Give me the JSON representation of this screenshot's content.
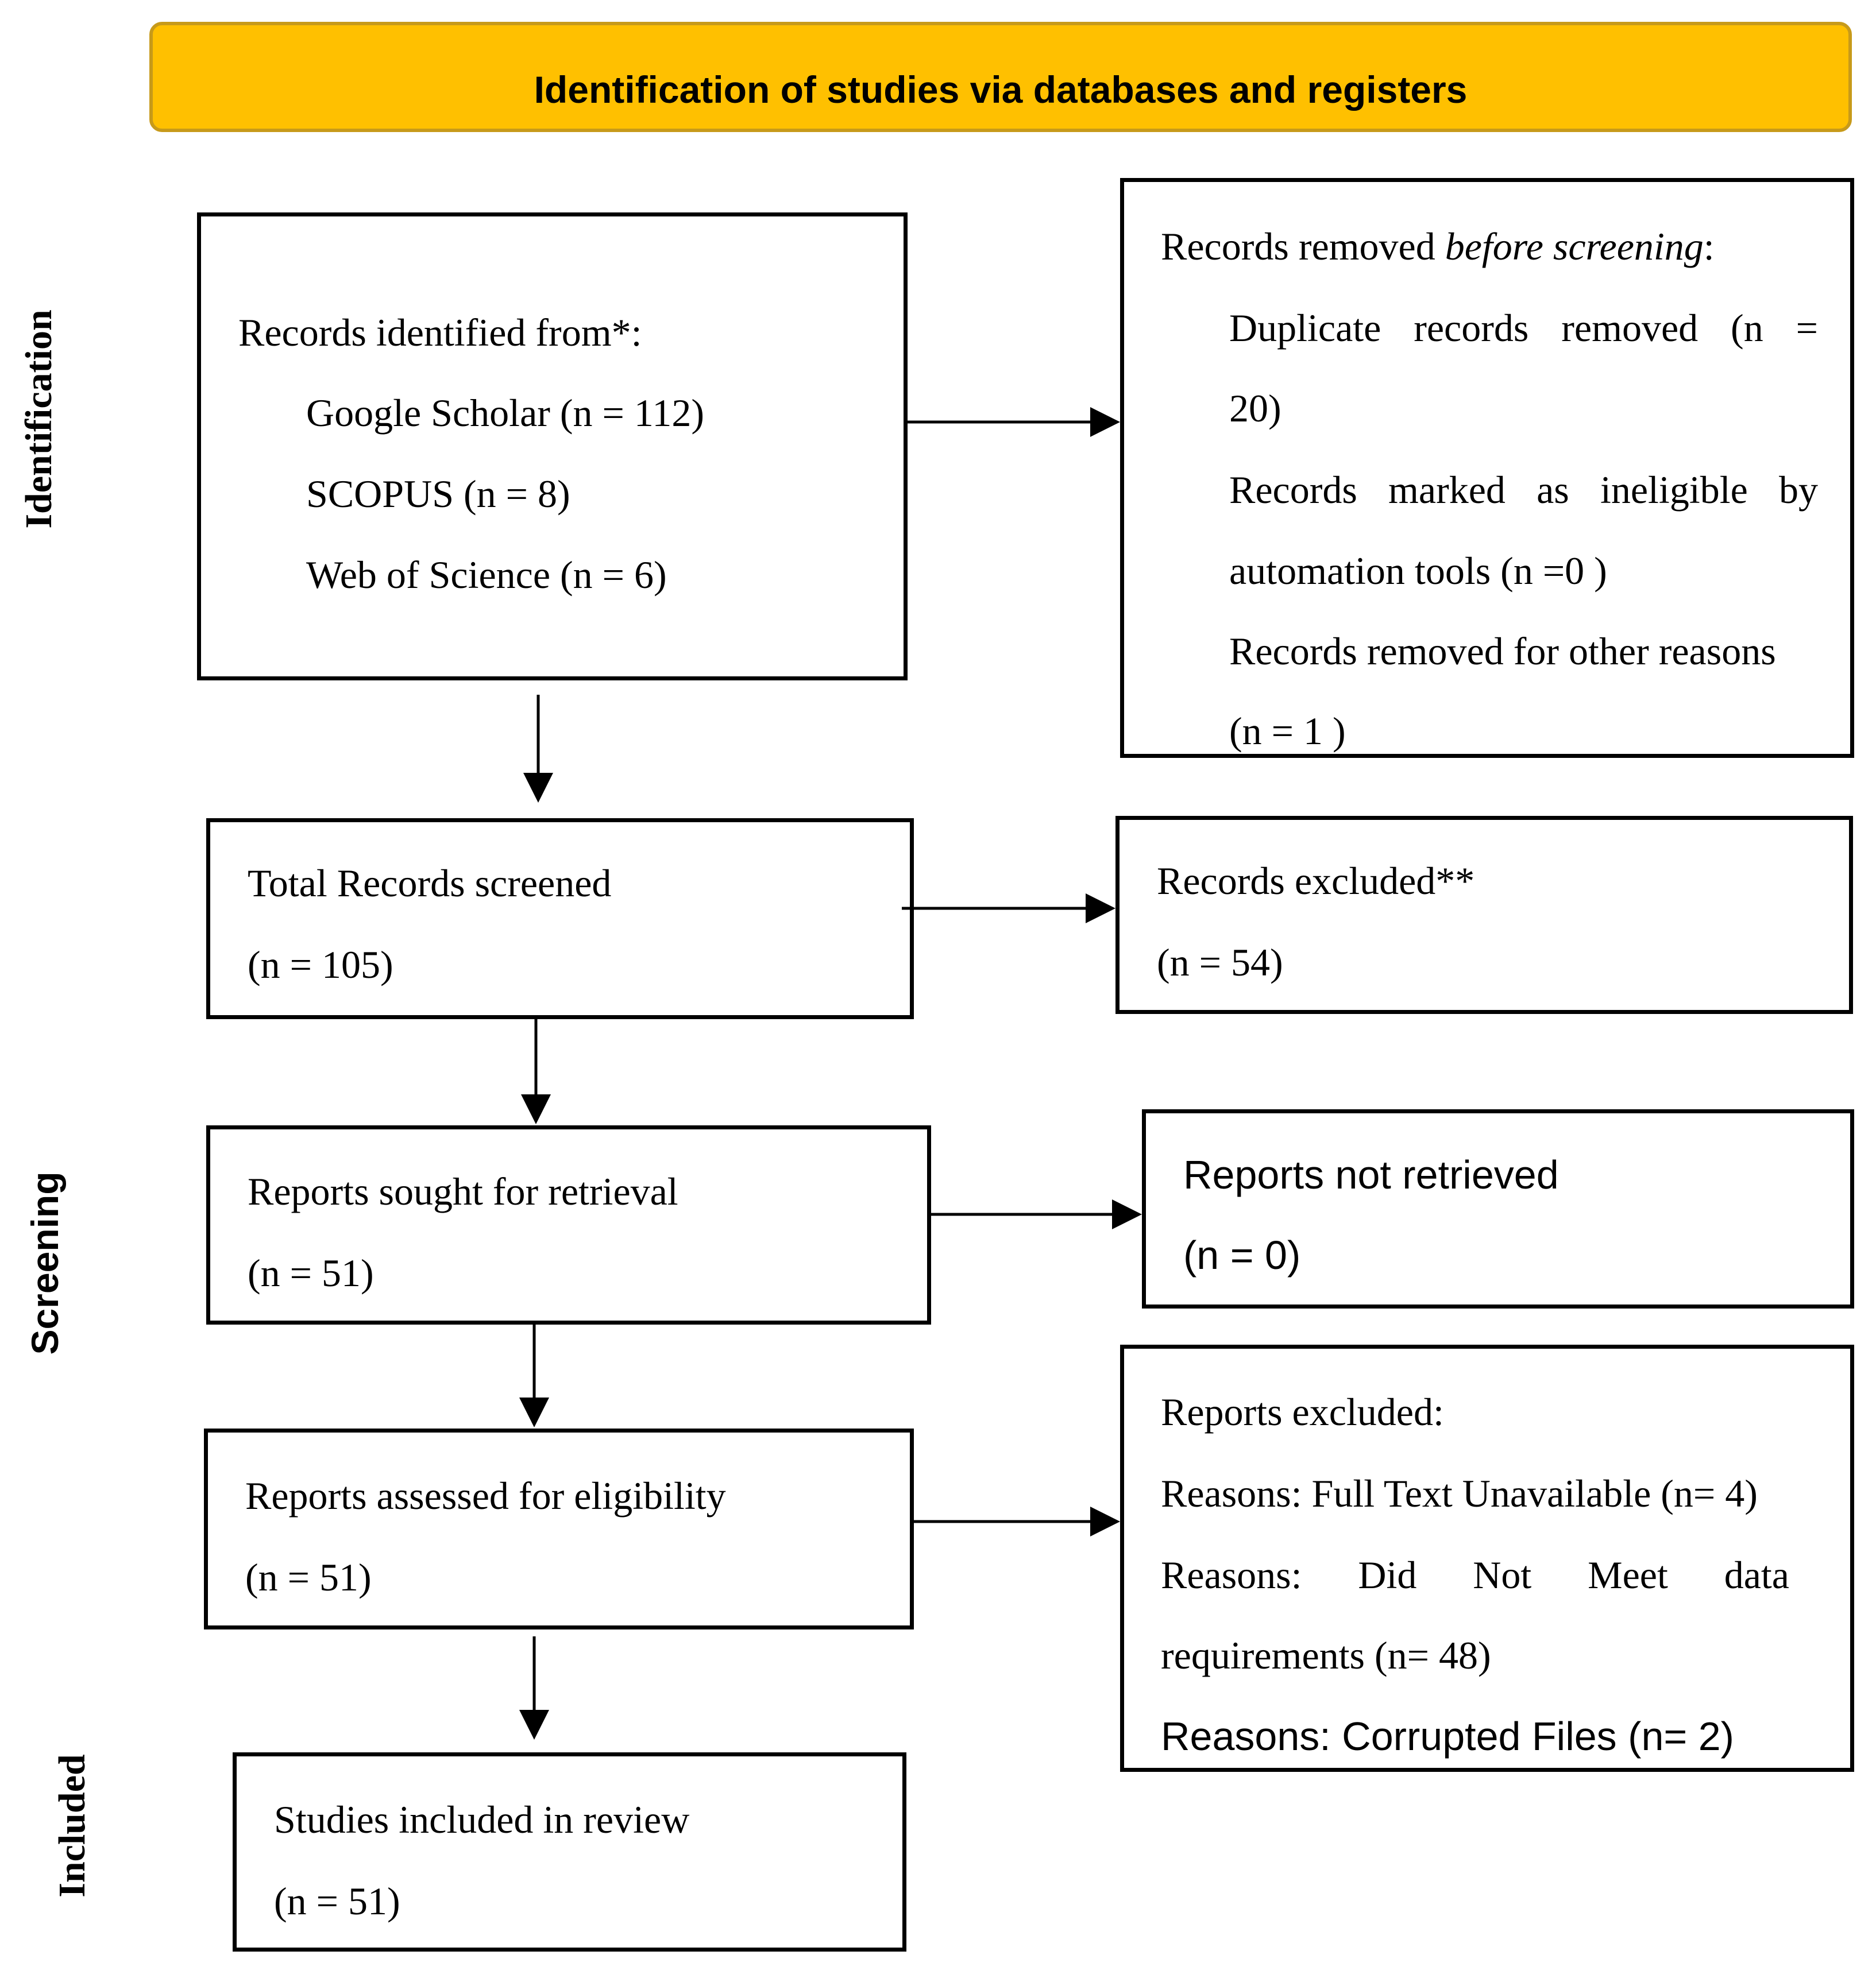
{
  "header": {
    "title": "Identification of studies via databases and registers"
  },
  "phases": {
    "identification": "Identification",
    "screening": "Screening",
    "included": "Included"
  },
  "identified": {
    "heading": "Records identified from*:",
    "sources": [
      "Google Scholar (n = 112)",
      "SCOPUS (n = 8)",
      "Web of Science (n = 6)"
    ]
  },
  "removed": {
    "heading_prefix": "Records removed ",
    "heading_em": "before screening",
    "heading_suffix": ":",
    "duplicates": {
      "words": [
        "Duplicate",
        "records",
        "removed",
        "(n",
        "="
      ],
      "cont": "20)"
    },
    "ineligible": {
      "words": [
        "Records",
        "marked",
        "as",
        "ineligible",
        "by"
      ],
      "cont": "automation tools (n =0 )"
    },
    "other": {
      "text": "Records removed for other reasons",
      "cont": "(n = 1 )"
    }
  },
  "screened": {
    "label": "Total Records screened",
    "count": "(n = 105)"
  },
  "excluded": {
    "label": "Records excluded**",
    "count": "(n = 54)"
  },
  "sought": {
    "label": "Reports sought for retrieval",
    "count": "(n = 51)"
  },
  "not_retrieved": {
    "label": "Reports not retrieved",
    "count": "(n = 0)"
  },
  "assessed": {
    "label": "Reports assessed for eligibility",
    "count": "(n = 51)"
  },
  "reports_excluded": {
    "heading": "Reports excluded:",
    "reason1": "Reasons: Full Text Unavailable (n= 4)",
    "reason2_words": [
      "Reasons:",
      "Did",
      "Not",
      "Meet",
      "data"
    ],
    "reason2_cont": "requirements (n= 48)",
    "reason3": "Reasons: Corrupted Files (n= 2)"
  },
  "included": {
    "label": "Studies included in review",
    "count": "(n = 51)"
  }
}
